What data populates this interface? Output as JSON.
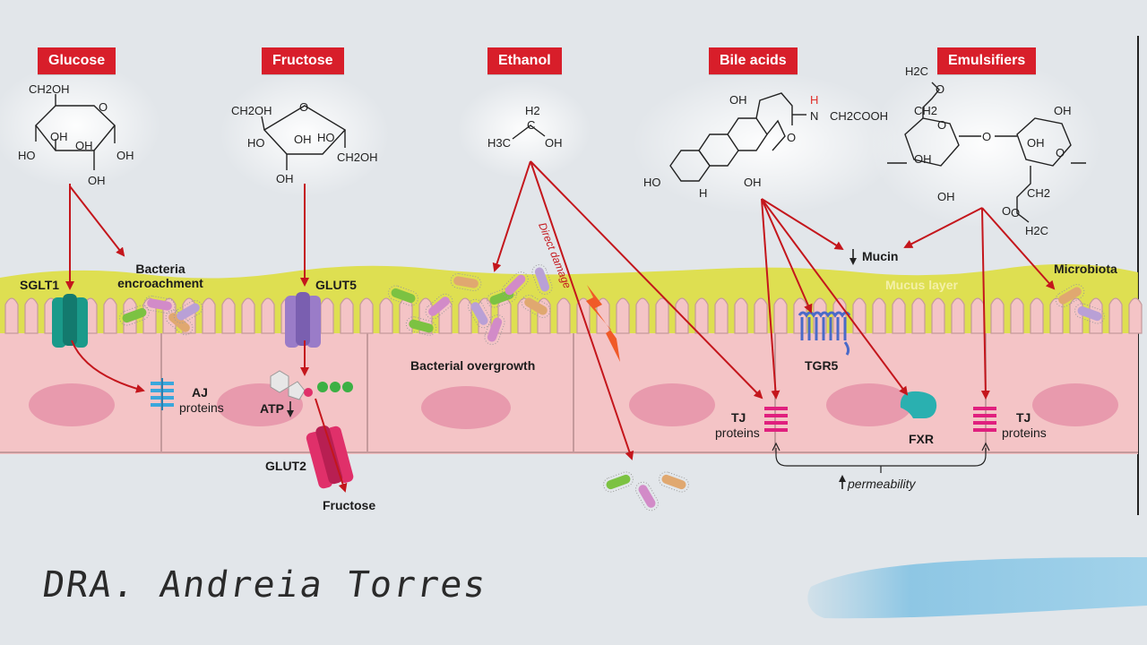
{
  "labels": {
    "glucose": "Glucose",
    "fructose": "Fructose",
    "ethanol": "Ethanol",
    "bile_acids": "Bile acids",
    "emulsifiers": "Emulsifiers"
  },
  "annotations": {
    "sglt1": "SGLT1",
    "bacteria_encroachment": "Bacteria encroachment",
    "glut5": "GLUT5",
    "aj_proteins_1": "AJ",
    "aj_proteins_2": "proteins",
    "atp": "ATP",
    "glut2": "GLUT2",
    "fructose_out": "Fructose",
    "bacterial_overgrowth": "Bacterial overgrowth",
    "direct_damage": "Direct damage",
    "mucin": "Mucin",
    "mucus_layer": "Mucus layer",
    "microbiota": "Microbiota",
    "tgr5": "TGR5",
    "fxr": "FXR",
    "tj_left_1": "TJ",
    "tj_left_2": "proteins",
    "tj_right_1": "TJ",
    "tj_right_2": "proteins",
    "permeability": "permeability"
  },
  "chemistry": {
    "glucose": [
      "CH2OH",
      "O",
      "OH",
      "HO",
      "OH",
      "OH",
      "OH"
    ],
    "fructose": [
      "CH2OH",
      "O",
      "HO",
      "HO",
      "CH2OH",
      "OH",
      "OH"
    ],
    "ethanol": [
      "H2",
      "H3C",
      "C",
      "OH"
    ],
    "bile_acid": [
      "OH",
      "HO",
      "H",
      "OH",
      "H",
      "N",
      "CH2COOH",
      "O"
    ],
    "emulsifier": [
      "H2C",
      "O",
      "CH2",
      "O",
      "O",
      "O",
      "OH",
      "OH",
      "OH",
      "OH",
      "O",
      "CH2",
      "O",
      "H2C"
    ]
  },
  "signature": "DRA. Andreia Torres",
  "colors": {
    "label_bg": "#d81e2a",
    "arrow": "#c4161c",
    "mucus": "#dede40",
    "cell": "#f4c4c6",
    "nucleus": "#e593a8",
    "tj": "#e0207e",
    "aj": "#3aa7dc",
    "sglt1": "#1a9a8a",
    "glut5": "#9a7cc8",
    "glut2": "#e0306a",
    "fxr": "#2ab0b0",
    "tgr5": "#4a6ac8"
  }
}
